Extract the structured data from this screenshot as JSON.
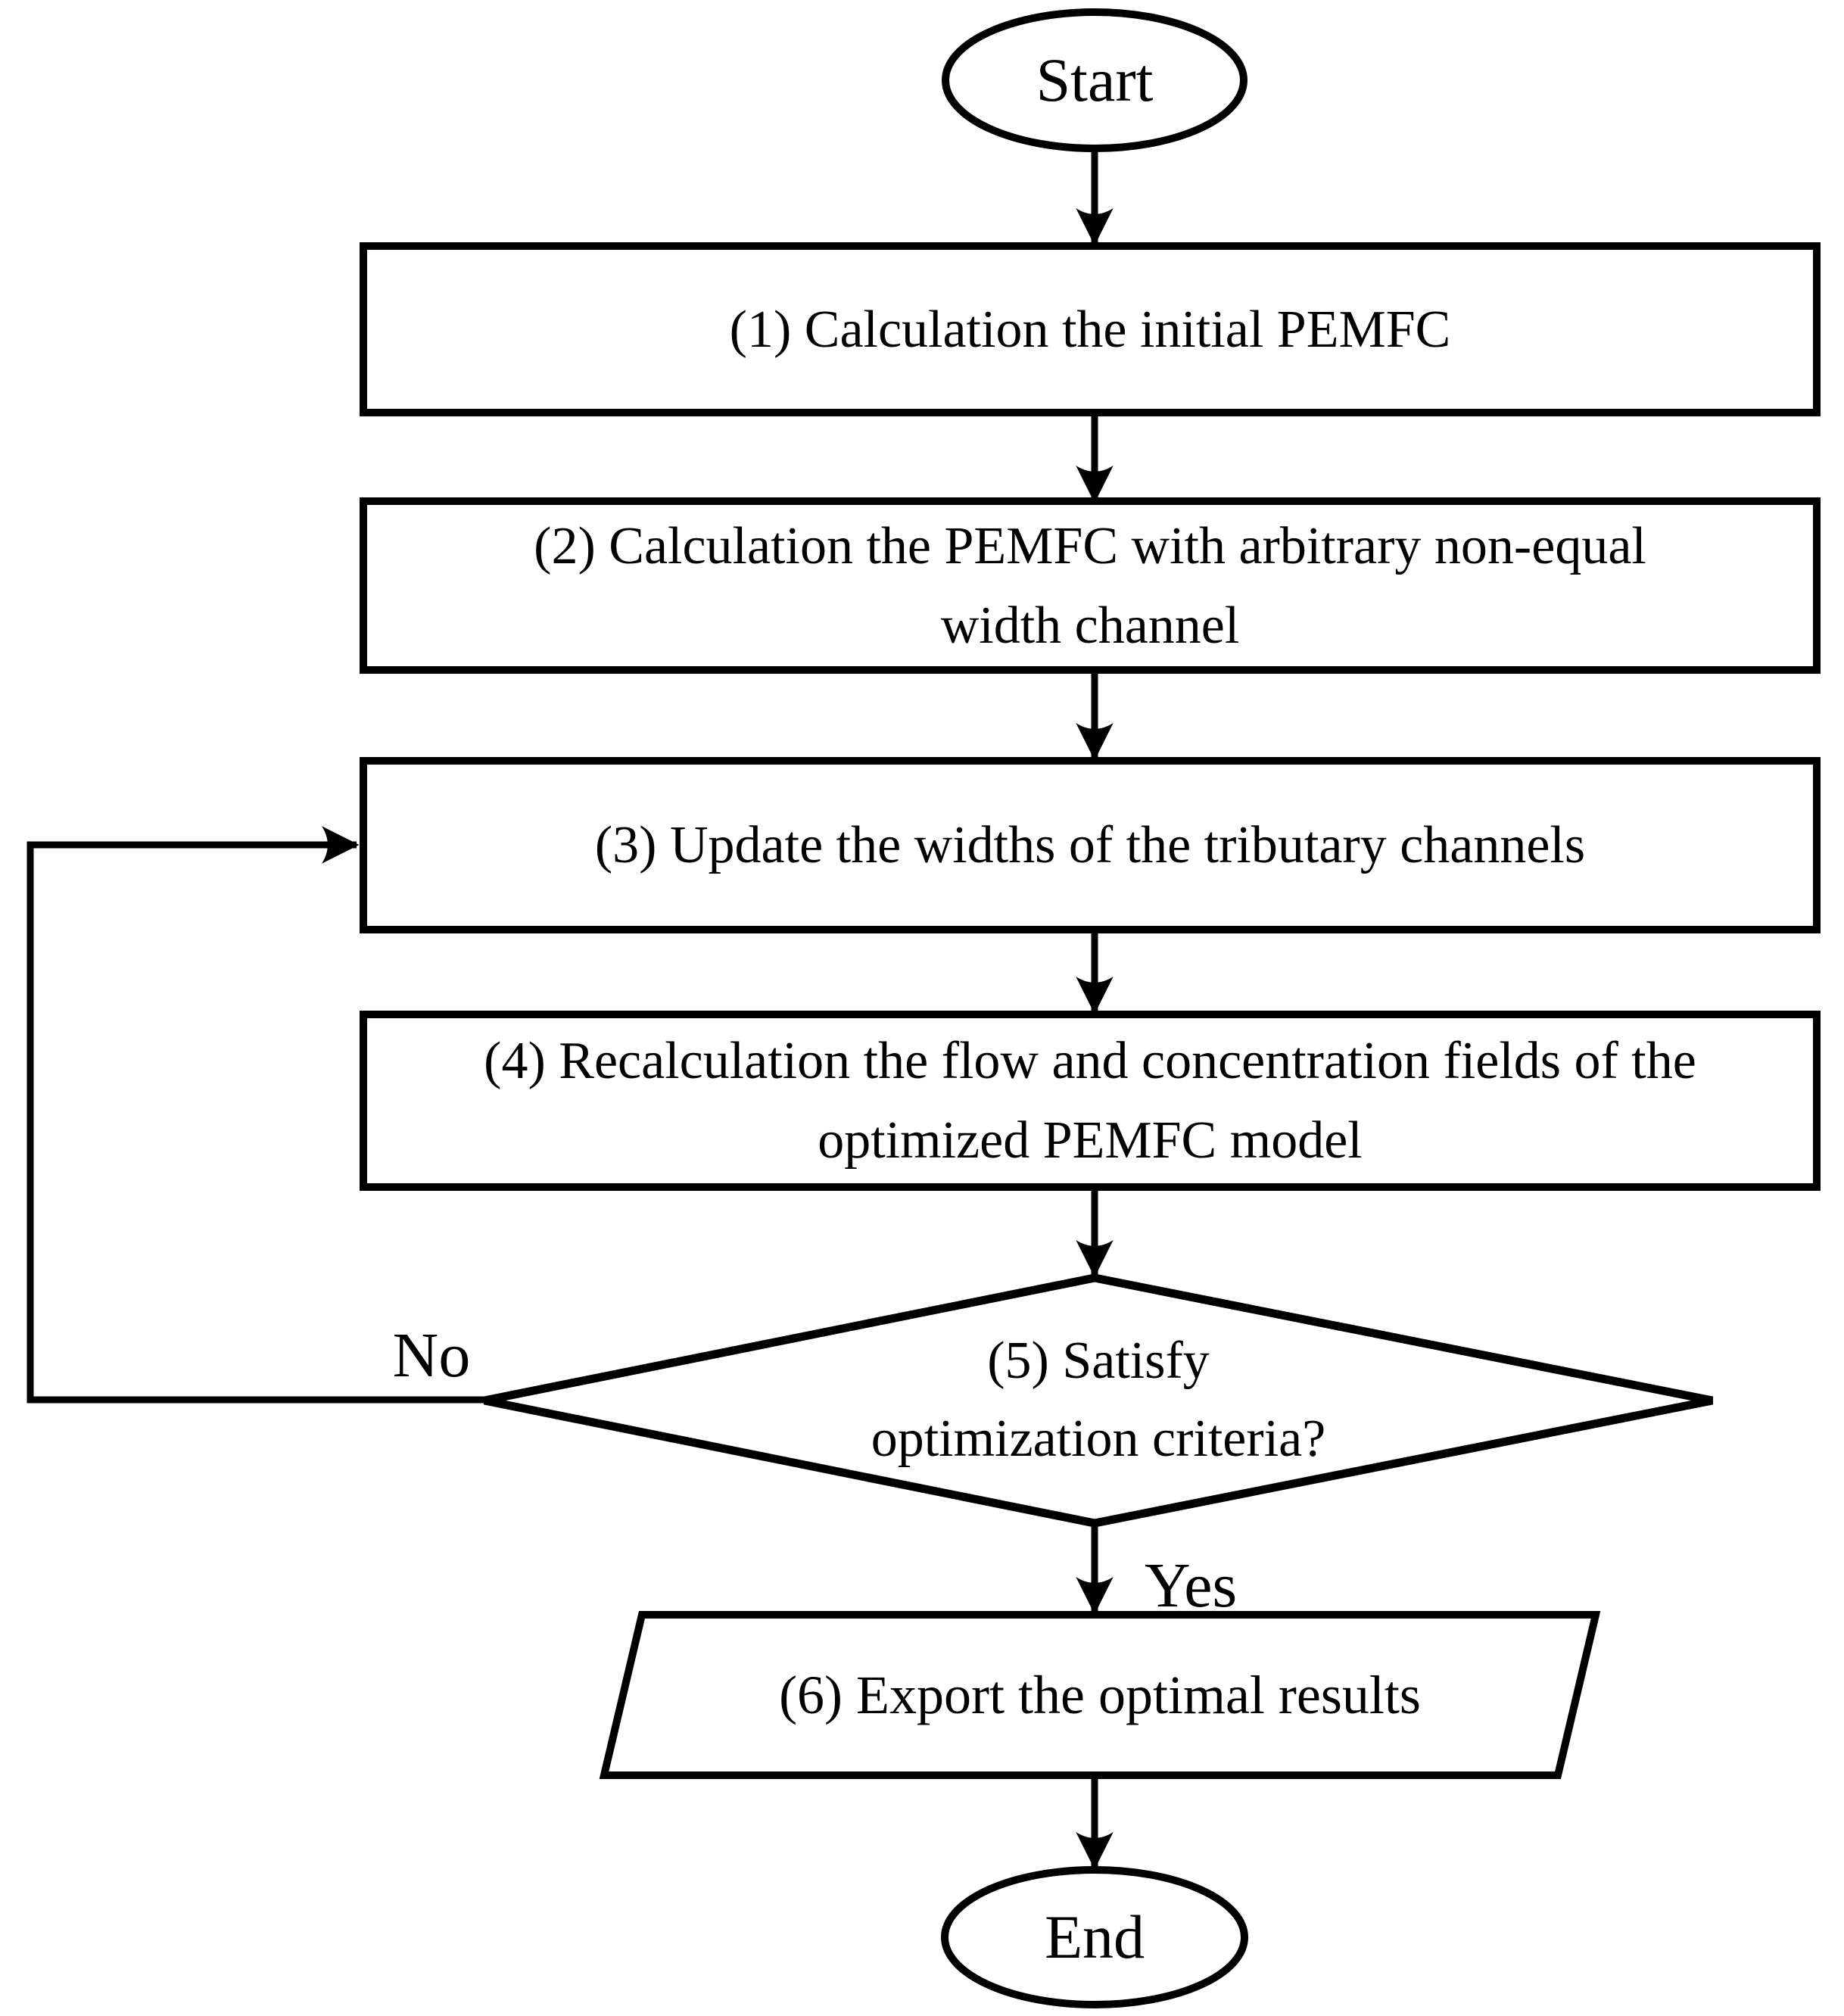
{
  "flowchart": {
    "colors": {
      "stroke": "#000000",
      "background": "#ffffff",
      "text": "#000000"
    },
    "nodes": {
      "start": {
        "type": "terminator",
        "lines": [
          "Start"
        ]
      },
      "step1": {
        "type": "process",
        "lines": [
          "(1) Calculation the initial PEMFC"
        ]
      },
      "step2": {
        "type": "process",
        "lines": [
          "(2) Calculation the PEMFC with arbitrary non-equal",
          "width channel"
        ]
      },
      "step3": {
        "type": "process",
        "lines": [
          "(3) Update the widths of the tributary channels"
        ]
      },
      "step4": {
        "type": "process",
        "lines": [
          "(4) Recalculation the flow and concentration fields of the",
          "optimized PEMFC model"
        ]
      },
      "step5": {
        "type": "decision",
        "lines": [
          "(5) Satisfy",
          "optimization criteria?"
        ]
      },
      "step6": {
        "type": "input-output",
        "lines": [
          "(6) Export the optimal results"
        ]
      },
      "end": {
        "type": "terminator",
        "lines": [
          "End"
        ]
      }
    },
    "edges": {
      "no_label": "No",
      "yes_label": "Yes"
    }
  }
}
